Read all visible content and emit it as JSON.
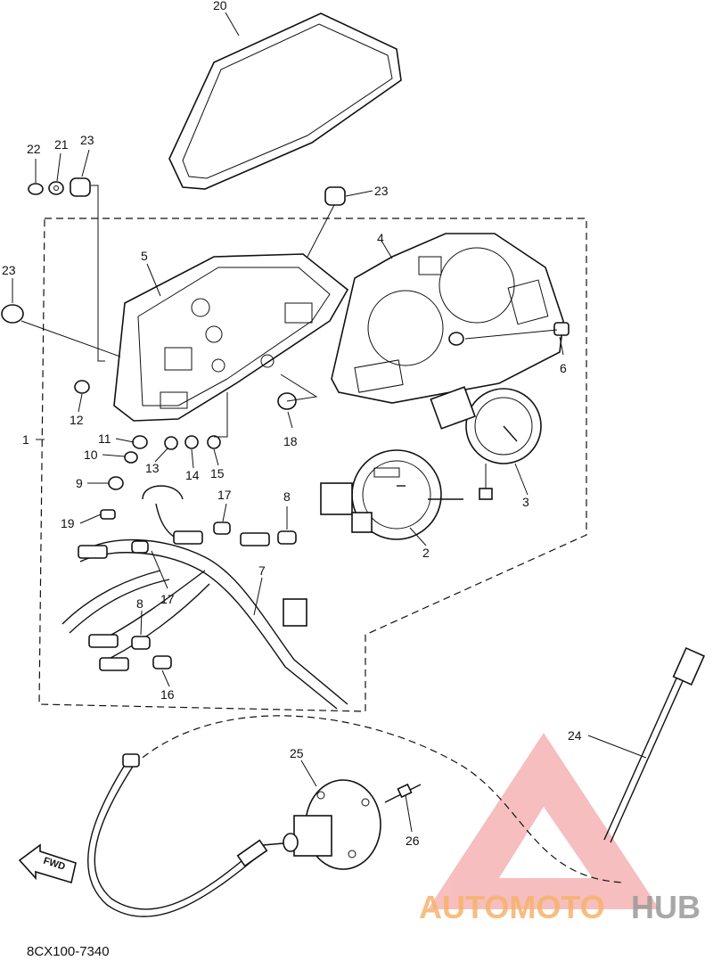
{
  "diagram": {
    "labels": [
      "1",
      "2",
      "3",
      "4",
      "5",
      "6",
      "7",
      "8",
      "8",
      "9",
      "10",
      "11",
      "12",
      "13",
      "14",
      "15",
      "16",
      "17",
      "17",
      "18",
      "19",
      "20",
      "21",
      "22",
      "23",
      "23",
      "23",
      "24",
      "25",
      "26"
    ],
    "code": "8CX100-7340",
    "fwd": "FWD"
  },
  "watermark": {
    "part1": "AUTOMOTO",
    "part2": "HUB",
    "colors": {
      "triangle": "#f08a8a",
      "text1": "#f6b36a",
      "text2": "#9a9a9a"
    }
  }
}
